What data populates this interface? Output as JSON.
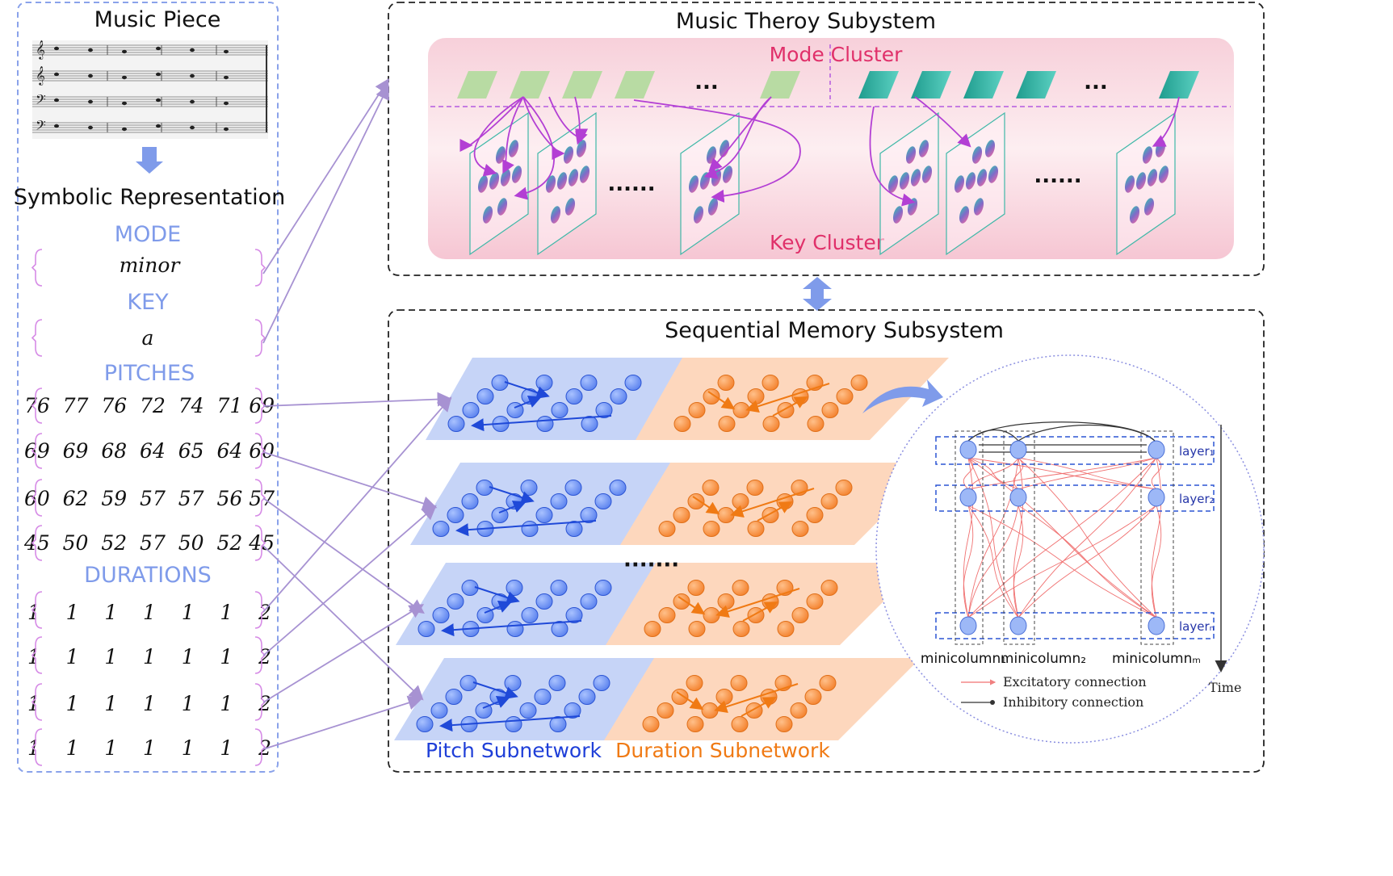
{
  "left_panel": {
    "title": "Music Piece",
    "representation_title": "Symbolic Representation",
    "mode_label": "MODE",
    "mode_value": "minor",
    "key_label": "KEY",
    "key_value": "a",
    "pitches_label": "PITCHES",
    "pitch_rows": [
      "76  77  76  72  74  71 69",
      "69  69  68  64  65  64 60",
      "60  62  59  57  57  56 57",
      "45  50  52  57  50  52 45"
    ],
    "durations_label": "DURATIONS",
    "duration_rows": [
      "1    1    1    1    1    1    2",
      "1    1    1    1    1    1    2",
      "1    1    1    1    1    1    2",
      "1    1    1    1    1    1    2"
    ]
  },
  "music_theory": {
    "title": "Music Theroy Subystem",
    "mode_cluster_label": "Mode Cluster",
    "key_cluster_label": "Key Cluster",
    "ellipsis_short": "...",
    "ellipsis_long": "......"
  },
  "sequential_memory": {
    "title": "Sequential Memory Subsystem",
    "pitch_label": "Pitch Subnetwork",
    "duration_label": "Duration Subnetwork",
    "more_dots": "·······"
  },
  "detail": {
    "layer_1": "layer₁",
    "layer_2": "layer₂",
    "layer_n": "layerₙ",
    "minicolumn_1": "minicolumn₁",
    "minicolumn_2": "minicolumn₂",
    "minicolumn_m": "minicolumnₘ",
    "excitatory": "Excitatory connection",
    "inhibitory": "Inhibitory connection",
    "time_label": "Time"
  },
  "colors": {
    "blue_arrow": "#7f9bea",
    "purple_link": "#a792d2",
    "pink_bracket": "#d68be6",
    "green_mode": "#b8dba3",
    "teal_mode": "#2aa89a",
    "pitch_bg": "#c6d4f7",
    "pitch_node": "#6b8ff0",
    "duration_bg": "#fdd7bd",
    "duration_node": "#f58a3c",
    "magenta_arrow": "#b33fd4"
  }
}
